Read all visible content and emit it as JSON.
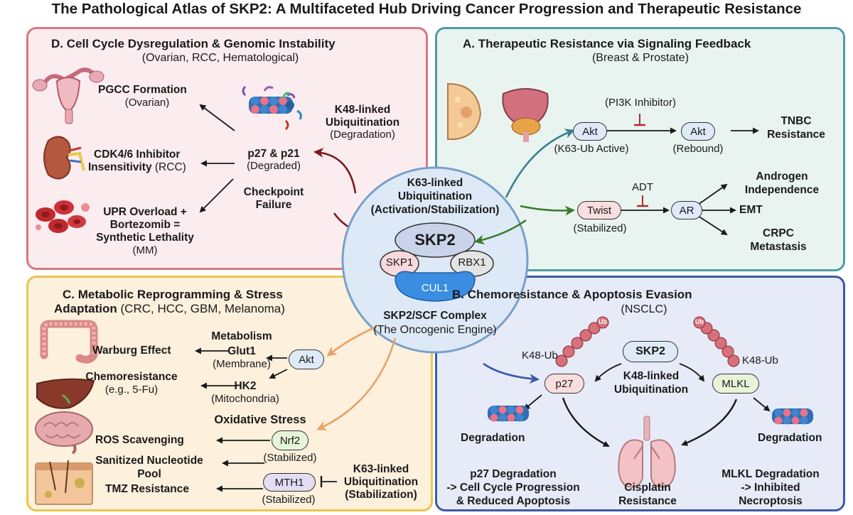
{
  "title": "The Pathological Atlas of SKP2: A Multifaceted Hub Driving Cancer Progression and Therapeutic Resistance",
  "colors": {
    "panel_d_bg": "#fbecef",
    "panel_d_border": "#d9777f",
    "panel_a_bg": "#e9f4f0",
    "panel_a_border": "#4f9da4",
    "panel_c_bg": "#fdf0dc",
    "panel_c_border": "#e8c74e",
    "panel_b_bg": "#e7ebf8",
    "panel_b_border": "#3d5aa8",
    "center_bg": "#dde9f6",
    "center_border": "#7aa0c8",
    "arrow_dark_red": "#7d1a1a",
    "arrow_teal": "#3a7f8f",
    "arrow_green": "#3a7a2a",
    "arrow_orange": "#e8a26a",
    "arrow_blue": "#3d5aa8",
    "inhibit_red": "#b22b2b"
  },
  "panel_d": {
    "heading": "D. Cell Cycle Dysregulation & Genomic Instability",
    "subheading": "(Ovarian, RCC, Hematological)",
    "pgcc": "PGCC Formation",
    "pgcc_sub": "(Ovarian)",
    "k48_l1": "K48-linked",
    "k48_l2": "Ubiquitination",
    "k48_l3": "(Degradation)",
    "p27p21": "p27 & p21",
    "p27p21_sub": "(Degraded)",
    "cdk_l1": "CDK4/6 Inhibitor",
    "cdk_l2a": "Insensitivity",
    "cdk_l2b": " (RCC)",
    "checkpoint_l1": "Checkpoint",
    "checkpoint_l2": "Failure",
    "upr_l1": "UPR Overload +",
    "upr_l2": "Bortezomib =",
    "upr_l3": "Synthetic Lethality",
    "upr_l4": "(MM)",
    "icons": [
      "uterus-icon",
      "kidney-icon",
      "red-blood-cells-icon",
      "proteasome-icon"
    ]
  },
  "panel_a": {
    "heading": "A. Therapeutic Resistance via Signaling Feedback",
    "subheading": "(Breast & Prostate)",
    "pi3k": "(PI3K Inhibitor)",
    "akt1": "Akt",
    "akt1_sub": "(K63-Ub Active)",
    "akt2": "Akt",
    "akt2_sub": "(Rebound)",
    "tnbc_l1": "TNBC",
    "tnbc_l2": "Resistance",
    "adt": "ADT",
    "twist": "Twist",
    "twist_sub": "(Stabilized)",
    "ar": "AR",
    "androgen_l1": "Androgen",
    "androgen_l2": "Independence",
    "emt": "EMT",
    "crpc_l1": "CRPC",
    "crpc_l2": "Metastasis",
    "icons": [
      "breast-icon",
      "prostate-icon"
    ]
  },
  "center": {
    "k63_l1": "K63-linked",
    "k63_l2": "Ubiquitination",
    "k63_l3": "(Activation/Stabilization)",
    "skp2": "SKP2",
    "skp1": "SKP1",
    "rbx1": "RBX1",
    "cul1": "CUL1",
    "complex_l1": "SKP2/SCF Complex",
    "complex_l2": "(The Oncogenic Engine)"
  },
  "panel_c": {
    "heading_l1": "C. Metabolic Reprogramming & Stress",
    "heading_l2a": "Adaptation",
    "heading_l2b": " (CRC, HCC, GBM, Melanoma)",
    "metabolism": "Metabolism",
    "warburg": "Warburg Effect",
    "glut1": "Glut1",
    "glut1_sub": "(Membrane)",
    "akt": "Akt",
    "chemo_l1": "Chemoresistance",
    "chemo_l2": "(e.g., 5-Fu)",
    "hk2": "HK2",
    "hk2_sub": "(Mitochondria)",
    "oxidative": "Oxidative Stress",
    "ros": "ROS Scavenging",
    "nrf2": "Nrf2",
    "nrf2_sub": "(Stabilized)",
    "sanitized_l1": "Sanitized Nucleotide",
    "sanitized_l2": "Pool",
    "mth1": "MTH1",
    "mth1_sub": "(Stabilized)",
    "tmz": "TMZ Resistance",
    "k63_l1": "K63-linked",
    "k63_l2": "Ubiquitination",
    "k63_l3": "(Stabilization)",
    "icons": [
      "colon-icon",
      "liver-icon",
      "brain-icon",
      "skin-icon"
    ]
  },
  "panel_b": {
    "heading": "B. Chemoresistance & Apoptosis Evasion",
    "subheading": "(NSCLC)",
    "k48ub_left": "K48-Ub",
    "k48ub_right": "K48-Ub",
    "ub": "Ub",
    "skp2": "SKP2",
    "p27": "p27",
    "mlkl": "MLKL",
    "k48_l1": "K48-linked",
    "k48_l2": "Ubiquitination",
    "degradation_left": "Degradation",
    "degradation_right": "Degradation",
    "p27deg_l1": "p27 Degradation",
    "p27deg_l2": "-> Cell Cycle Progression",
    "p27deg_l3": "& Reduced Apoptosis",
    "cis_l1": "Cisplatin",
    "cis_l2": "Resistance",
    "mlkldeg_l1": "MLKL Degradation",
    "mlkldeg_l2": "-> Inhibited",
    "mlkldeg_l3": "Necroptosis",
    "icons": [
      "lungs-icon",
      "proteasome-icon"
    ]
  }
}
